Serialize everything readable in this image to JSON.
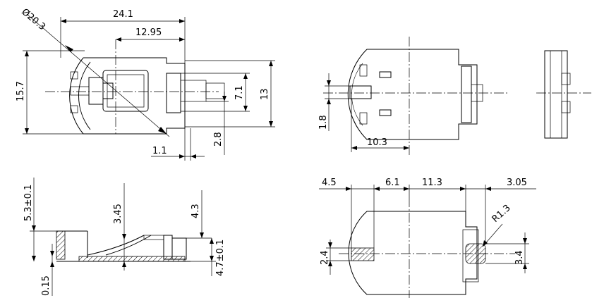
{
  "colors": {
    "line": "#000000",
    "background": "#ffffff"
  },
  "dimensions": {
    "top_view": {
      "diameter": "Ø20.3",
      "overall_length": "24.1",
      "half_length": "12.95",
      "overall_height": "15.7",
      "body_height": "13",
      "tab_width": "7.1",
      "tab_offset": "2.8",
      "pin_gap": "1.1"
    },
    "bottom_view": {
      "pin_spacing": "1.8",
      "pin_to_edge": "10.3"
    },
    "side_view": {
      "total_height": "5.3±0.1",
      "contact_height": "3.45",
      "clip_height": "4.3",
      "body_height": "4.7±0.1",
      "base_thickness": "0.15"
    },
    "footprint": {
      "pad_a_offset": "4.5",
      "pad_a_to_center": "6.1",
      "center_to_pad_b": "11.3",
      "pad_b_width": "3.05",
      "corner_radius": "R1.3",
      "pad_a_height": "2.4",
      "pad_b_height": "3.4"
    }
  }
}
